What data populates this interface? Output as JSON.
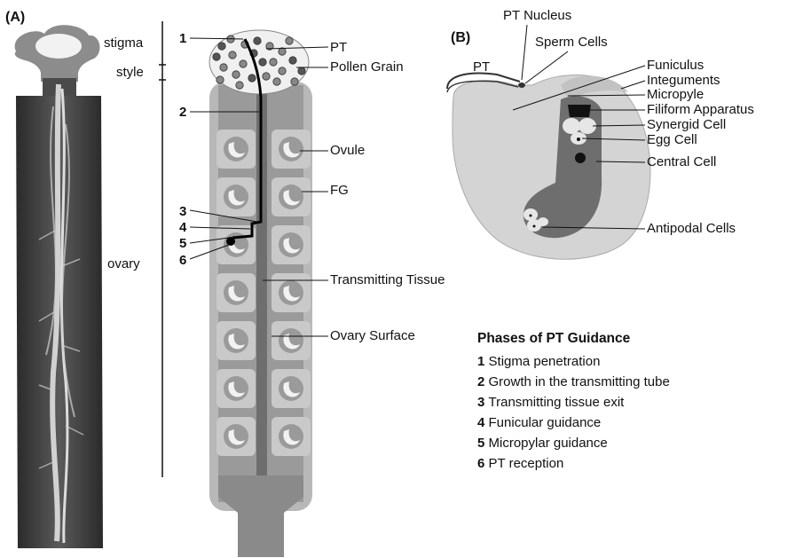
{
  "panel_a": {
    "tag": "(A)",
    "regions": {
      "stigma": "stigma",
      "style": "style",
      "ovary": "ovary"
    },
    "numbers": [
      "1",
      "2",
      "3",
      "4",
      "5",
      "6"
    ],
    "labels": {
      "pt": "PT",
      "pollen": "Pollen Grain",
      "ovule": "Ovule",
      "fg": "FG",
      "transmitting": "Transmitting Tissue",
      "surface": "Ovary Surface"
    }
  },
  "panel_b": {
    "tag": "(B)",
    "labels": {
      "pt": "PT",
      "pt_nucleus": "PT Nucleus",
      "sperm": "Sperm Cells",
      "funiculus": "Funiculus",
      "integuments": "Integuments",
      "micropyle": "Micropyle",
      "filiform": "Filiform Apparatus",
      "synergid": "Synergid Cell",
      "egg": "Egg Cell",
      "central": "Central Cell",
      "antipodal": "Antipodal Cells"
    }
  },
  "phases": {
    "title": "Phases of PT Guidance",
    "items": [
      {
        "num": "1",
        "text": "Stigma penetration"
      },
      {
        "num": "2",
        "text": "Growth in the transmitting tube"
      },
      {
        "num": "3",
        "text": "Transmitting tissue exit"
      },
      {
        "num": "4",
        "text": "Funicular guidance"
      },
      {
        "num": "5",
        "text": "Micropylar guidance"
      },
      {
        "num": "6",
        "text": "PT reception"
      }
    ]
  },
  "colors": {
    "ovary_fill": "#9a9a9a",
    "ovary_core": "#777777",
    "ovule_fill": "#c9c9c9",
    "sac_dark": "#6e6e6e",
    "photo_bg": "#3a3a3a"
  }
}
